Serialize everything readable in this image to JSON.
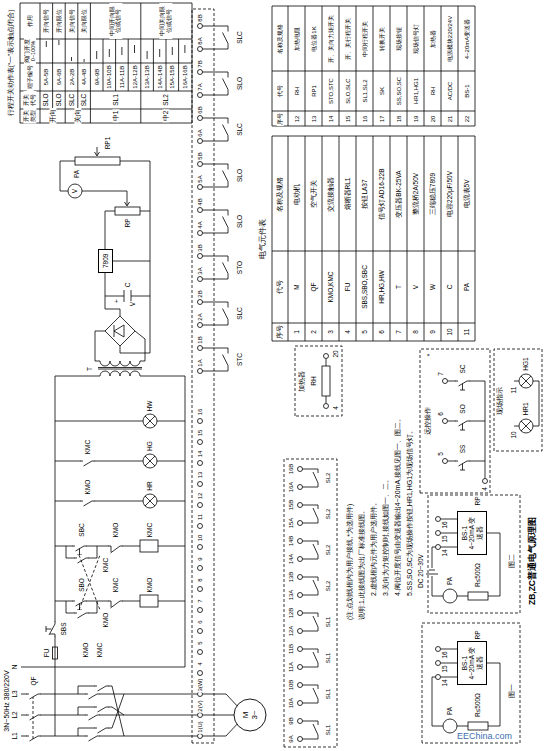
{
  "diagram": {
    "title": "ZB,ZC普通电气原理图",
    "nodes": [
      {
        "text": [
          "M 3~"
        ]
      },
      {
        "text": [
          "7809"
        ]
      },
      {
        "text": [
          "BS-1 4~20mA 变送器"
        ]
      },
      {
        "text": [
          "BS-1 4~20mA 变送器"
        ]
      }
    ],
    "labels": [
      "1(U)",
      "2(V)",
      "3(W)",
      "4",
      "5",
      "6",
      "7",
      "8",
      "9",
      "10",
      "11",
      "12",
      "13",
      "14",
      "15",
      "16",
      "1A",
      "1B",
      "2A",
      "2B",
      "3A",
      "3B",
      "4A",
      "4B",
      "5A",
      "5B",
      "6A",
      "6B",
      "7A",
      "7B",
      "8A",
      "8B",
      "9A",
      "9B",
      "10A",
      "10B",
      "11A",
      "11B",
      "12A",
      "12B",
      "13A",
      "13B",
      "14A",
      "14B",
      "15A",
      "15B",
      "16A",
      "16B",
      "3N~50Hz 380/220V",
      "L1",
      "L2",
      "L3",
      "N",
      "QF",
      "FU",
      "KMO",
      "KMC",
      "SBS",
      "SBO",
      "KMC",
      "KMO",
      "KMO",
      "SBC",
      "KMO",
      "KMC",
      "KMC",
      "KMO",
      "HR",
      "KMC",
      "HG",
      "HW",
      "T",
      "V",
      "C",
      "+",
      "RP",
      "V",
      "PA",
      "RP1",
      "行程开关动作表(“一”表示触点闭合)",
      "开关类型",
      "开关代号",
      "端子编号",
      "阀门开度 0~100%",
      "作用",
      "开向",
      "SLO",
      "5A-5B",
      "开向信号",
      "SLO",
      "6A-6B",
      "开向限位",
      "关向",
      "SLC",
      "2A-2B",
      "关向信号",
      "SLC",
      "4A-4B",
      "关向限位",
      "中1",
      "SL1",
      "9A-9B",
      "10A-10B",
      "11A-11B",
      "12A-12B",
      "中间开向限位或信号",
      "中2",
      "SL2",
      "13A-13B",
      "14A-14B",
      "15A-15B",
      "16A-16B",
      "中间关向限位或信号",
      "STC",
      "SLC",
      "STO",
      "SLO",
      "SLO",
      "SLC",
      "SLO",
      "SLC",
      "SL1",
      "SL1",
      "SL1",
      "SL1",
      "SL2",
      "SL2",
      "SL2",
      "SL2",
      "电气元件表",
      "序号",
      "代号",
      "名称及规格",
      "1",
      "M",
      "电动机",
      "2",
      "QF",
      "空气开关",
      "3",
      "KMO,KMC",
      "交流接触器",
      "4",
      "FU",
      "熔断器RL1",
      "5",
      "SBS,SBO,SBC",
      "按钮LA37",
      "6",
      "HR,HG,HW",
      "信号灯AD16-22B",
      "7",
      "T",
      "变压器BK-25VA",
      "8",
      "V",
      "整流桥2A/50V",
      "9",
      "W",
      "三端稳压7809",
      "10",
      "C",
      "电容220μF/50V",
      "11",
      "PA",
      "电流表5V",
      "序号",
      "代号",
      "名称及规格",
      "12",
      "RH",
      "加热电阻",
      "13",
      "RP1",
      "电位器1K",
      "14",
      "STO,STC",
      "开、关向力矩开关",
      "15",
      "SLO,SLC",
      "开、关行程开关",
      "16",
      "SL1,SL2",
      "中间行程开关",
      "17",
      "SK",
      "转换开关",
      "18",
      "SS,SO,SC",
      "现场按钮",
      "19",
      "HR1,HG1",
      "现场信号灯",
      "20",
      "RH",
      "加热器",
      "21",
      "AC/DC",
      "电源模块220/24V",
      "22",
      "BS-1",
      "4~20mA变送器",
      "(注:点划线框内为用户接线,*为选用件)",
      "说明:1.此接线图为出厂标准接线图。",
      "2.虚线框内元件为用户选用件。",
      "3.关向为力矩控制时,接线如图一、二。",
      "4.阀位开度信号由变送器输出4~20mA,接线见图一、图二。",
      "5.SS,SO,SC为现场操作按钮,HR1,HG1为现场信号灯。",
      "加热器",
      "RH",
      "4",
      "20",
      "远控操作",
      "SS",
      "SO",
      "SC",
      "4",
      "5",
      "6",
      "7",
      "*",
      "现场指示",
      "HR1",
      "HG1",
      "10",
      "11",
      "PA",
      "R≤500Ω",
      "14",
      "15",
      "16",
      "图一",
      "RP",
      "PA",
      "R≤500Ω",
      "DC 20~30V",
      "14",
      "15",
      "16",
      "图二",
      "RP",
      "ZB,ZC普通电气原理图",
      "EEChina.com"
    ]
  }
}
